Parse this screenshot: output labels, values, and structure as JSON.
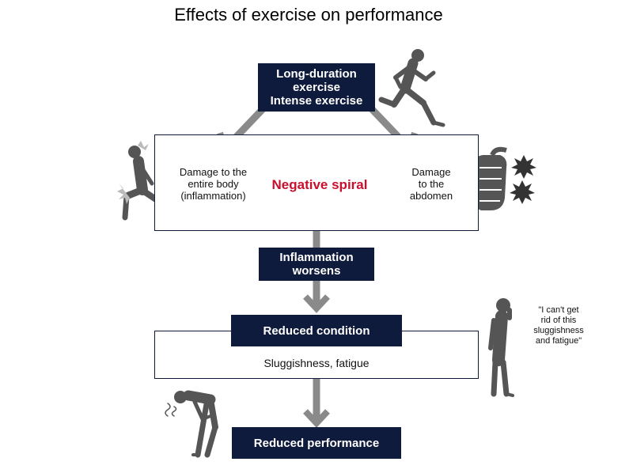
{
  "title": "Effects of exercise on performance",
  "nodes": {
    "exercise": {
      "line1": "Long-duration",
      "line2": "exercise",
      "line3": "Intense exercise"
    },
    "body_damage": {
      "line1": "Damage to the",
      "line2": "entire body",
      "line3": "(inflammation)"
    },
    "spiral": "Negative spiral",
    "abdomen_damage": {
      "line1": "Damage",
      "line2": "to the",
      "line3": "abdomen"
    },
    "inflammation": {
      "line1": "Inflammation",
      "line2": "worsens"
    },
    "reduced_condition": "Reduced condition",
    "sluggishness": "Sluggishness, fatigue",
    "reduced_performance": "Reduced performance"
  },
  "quote": {
    "line1": "\"I can't get",
    "line2": "rid of this",
    "line3": "sluggishness",
    "line4": "and fatigue\""
  },
  "colors": {
    "navy": "#0f1b3d",
    "arrow_gray": "#8a8a8a",
    "spiral_red": "#c8102e",
    "figure_gray": "#555555"
  },
  "icons": [
    "runner-icon",
    "injured-person-icon",
    "intestine-icon",
    "tired-person-icon",
    "exhausted-person-icon"
  ]
}
